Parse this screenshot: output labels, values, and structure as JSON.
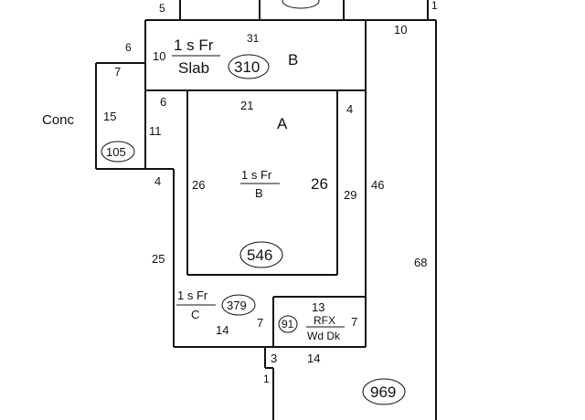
{
  "sketch": {
    "top_dims": {
      "left": "5",
      "right": "1",
      "oval": ""
    },
    "area_b": {
      "fraction_top": "1 s Fr",
      "fraction_bottom": "Slab",
      "area": "310",
      "letter": "B",
      "dim_left": "10",
      "dim_top": "31",
      "dim_top_left": "6"
    },
    "area_105": {
      "area": "105",
      "dim_top": "7",
      "dim_side": "15",
      "label": "Conc"
    },
    "area_a": {
      "letter": "A",
      "fraction_top": "1 s Fr",
      "fraction_bottom": "B",
      "area": "546",
      "dim_top": "21",
      "dim_left": "26",
      "dim_right": "26",
      "dim_top_left": "6",
      "dim_top_right": "4"
    },
    "side_dims": {
      "d10": "10",
      "d11": "11",
      "d4": "4",
      "d25": "25",
      "d29": "29",
      "d46": "46",
      "d68": "68"
    },
    "area_c": {
      "fraction_top": "1 s Fr",
      "fraction_bottom": "C",
      "area": "379",
      "dim_bottom": "14",
      "dim_right": "7"
    },
    "area_91": {
      "dim_top": "13",
      "fraction_top": "RFX",
      "fraction_bottom": "Wd Dk",
      "area": "91",
      "dim_right": "7",
      "dim_bottom": "14"
    },
    "bottom": {
      "dim_3": "3",
      "dim_1": "1",
      "area": "969"
    }
  }
}
